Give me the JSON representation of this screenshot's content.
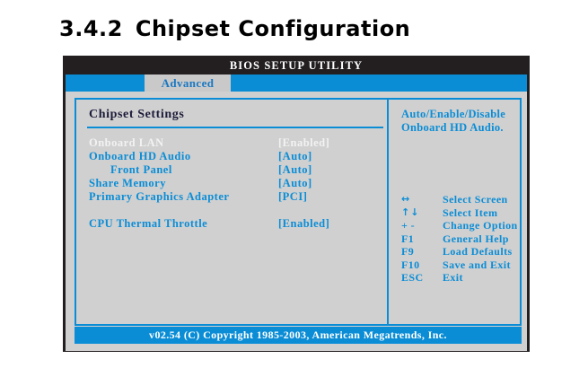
{
  "heading": {
    "number": "3.4.2",
    "title": "Chipset Configuration"
  },
  "bios": {
    "titlebar": "BIOS SETUP UTILITY",
    "tabs": [
      {
        "label": "Advanced",
        "active": true
      }
    ],
    "settings": {
      "section_title": "Chipset Settings",
      "items": [
        {
          "label": "Onboard LAN",
          "value": "[Enabled]",
          "selected": true,
          "indent": false
        },
        {
          "label": "Onboard HD Audio",
          "value": "[Auto]",
          "selected": false,
          "indent": false
        },
        {
          "label": "Front Panel",
          "value": "[Auto]",
          "selected": false,
          "indent": true
        },
        {
          "label": "Share Memory",
          "value": "[Auto]",
          "selected": false,
          "indent": false
        },
        {
          "label": "Primary Graphics Adapter",
          "value": "[PCI]",
          "selected": false,
          "indent": false
        },
        {
          "label": "CPU Thermal Throttle",
          "value": "[Enabled]",
          "selected": false,
          "indent": false
        }
      ]
    },
    "help": {
      "lines": [
        "Auto/Enable/Disable",
        "Onboard HD Audio."
      ],
      "keys": [
        {
          "key": "↔",
          "desc": "Select Screen",
          "icon": "left-right-arrow-icon"
        },
        {
          "key": "↑↓",
          "desc": "Select Item",
          "icon": "up-down-arrow-icon"
        },
        {
          "key": "+ -",
          "desc": "Change Option",
          "icon": "plus-minus-icon"
        },
        {
          "key": "F1",
          "desc": "General Help",
          "icon": ""
        },
        {
          "key": "F9",
          "desc": "Load Defaults",
          "icon": ""
        },
        {
          "key": "F10",
          "desc": "Save and Exit",
          "icon": ""
        },
        {
          "key": "ESC",
          "desc": "Exit",
          "icon": ""
        }
      ]
    },
    "footer": "v02.54 (C) Copyright 1985-2003, American Megatrends, Inc."
  },
  "colors": {
    "accent_blue": "#0b8dd6",
    "titlebar_black": "#231f20",
    "body_gray": "#d0d0d0",
    "tab_gray": "#c9c9c9",
    "selected_text": "#f2f2f2",
    "section_title": "#1b1b3a"
  }
}
